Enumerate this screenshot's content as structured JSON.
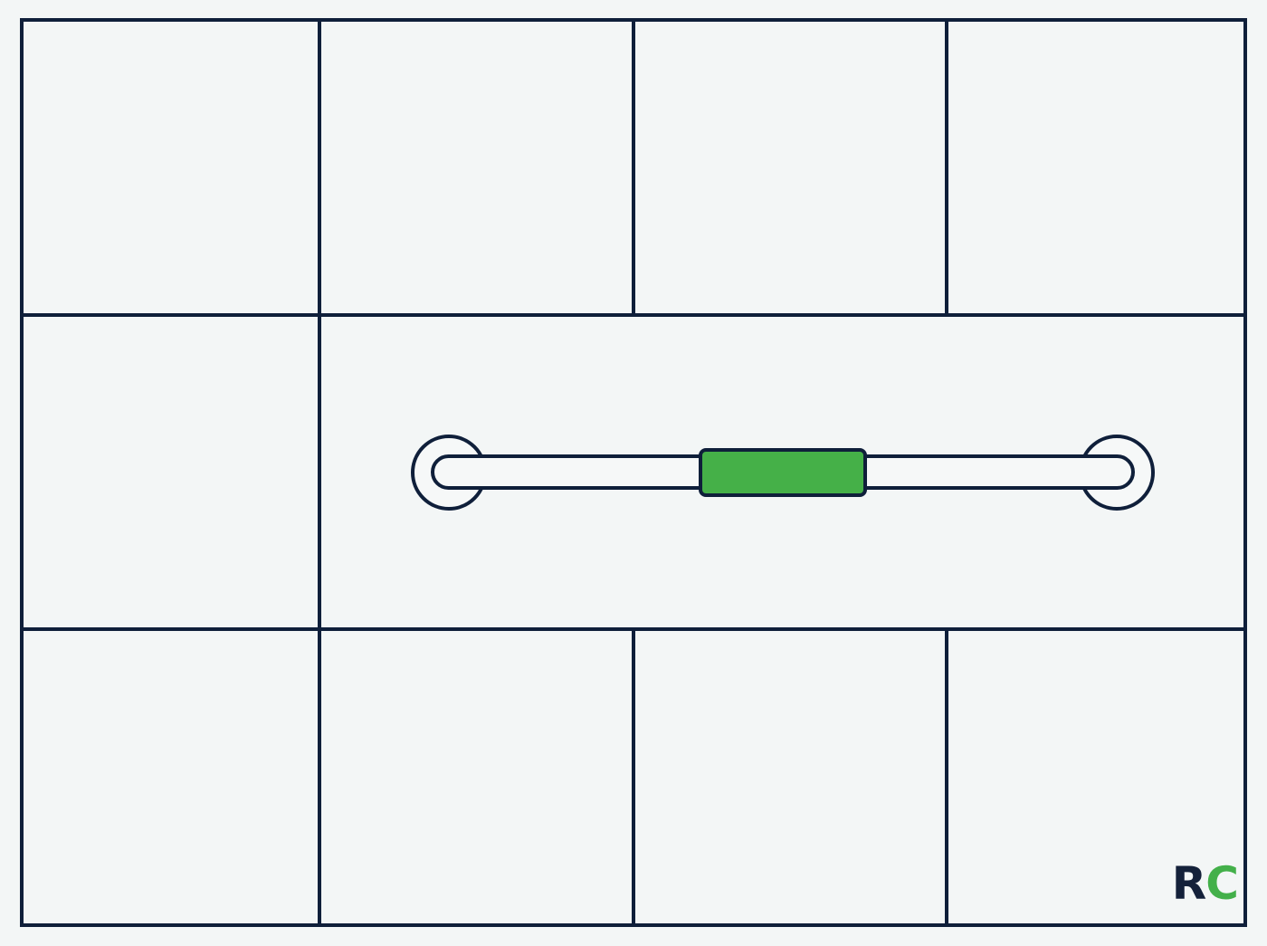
{
  "colors": {
    "background": "#f3f6f6",
    "stroke": "#0f1f3a",
    "accent": "#45b048",
    "track_fill": "#f6f8f8"
  },
  "grid": {
    "rows": 3,
    "top_row_cells": 4,
    "middle_row_cells": 2,
    "bottom_row_cells": 4
  },
  "grab_bar": {
    "icon": "grab-bar-icon",
    "indicator_color": "#45b048"
  },
  "logo": {
    "letter_1": "R",
    "letter_2": "C",
    "color_1": "#14213a",
    "color_2": "#43b04a"
  }
}
